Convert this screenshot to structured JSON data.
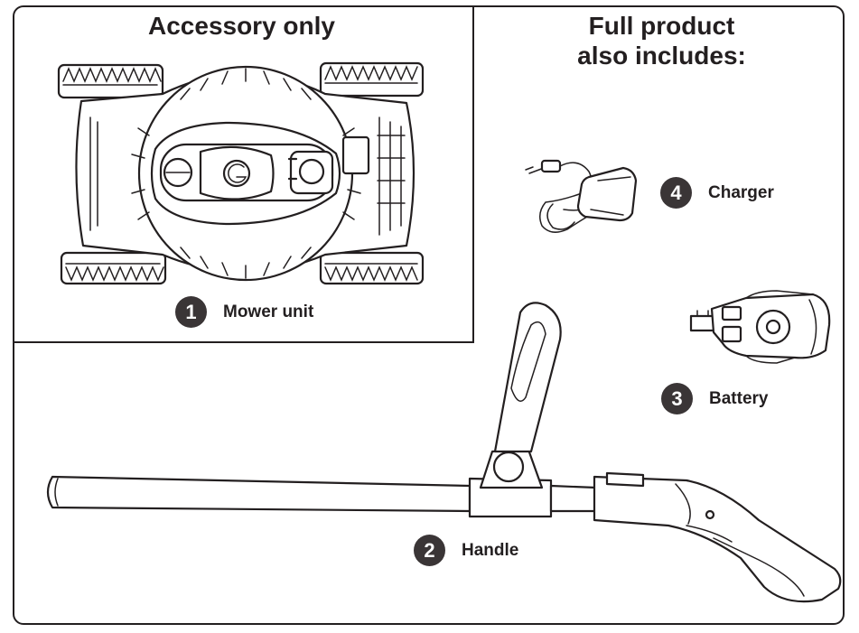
{
  "headings": {
    "accessory": "Accessory only",
    "full_product_line1": "Full product",
    "full_product_line2": "also includes:"
  },
  "parts": [
    {
      "number": "1",
      "label": "Mower unit",
      "icon": "lawn-mower-top-view"
    },
    {
      "number": "2",
      "label": "Handle",
      "icon": "telescopic-handle"
    },
    {
      "number": "3",
      "label": "Battery",
      "icon": "battery-pack"
    },
    {
      "number": "4",
      "label": "Charger",
      "icon": "wall-charger"
    }
  ],
  "colors": {
    "line": "#231f20",
    "badge": "#3a3536",
    "background": "#ffffff"
  }
}
